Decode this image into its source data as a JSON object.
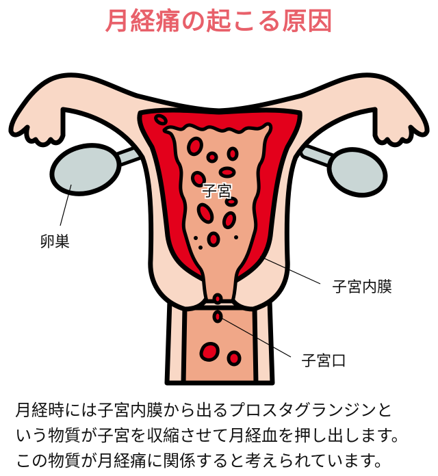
{
  "title": "月経痛の起こる原因",
  "colors": {
    "title": "#e8606a",
    "outline": "#000000",
    "skin": "#f9d8c6",
    "uterus_cavity": "#f0a788",
    "blood": "#e3001b",
    "ovary": "#c9d6d5",
    "leader_line": "#000000"
  },
  "labels": {
    "ovary": "卵巣",
    "uterus": "子宮",
    "endometrium": "子宮内膜",
    "cervix": "子宮口"
  },
  "caption": {
    "lines": [
      "月経時には子宮内膜から出るプロスタグランジンと",
      "いう物質が子宮を収縮させて月経血を押し出します。",
      "この物質が月経痛に関係すると考えられています。"
    ]
  }
}
